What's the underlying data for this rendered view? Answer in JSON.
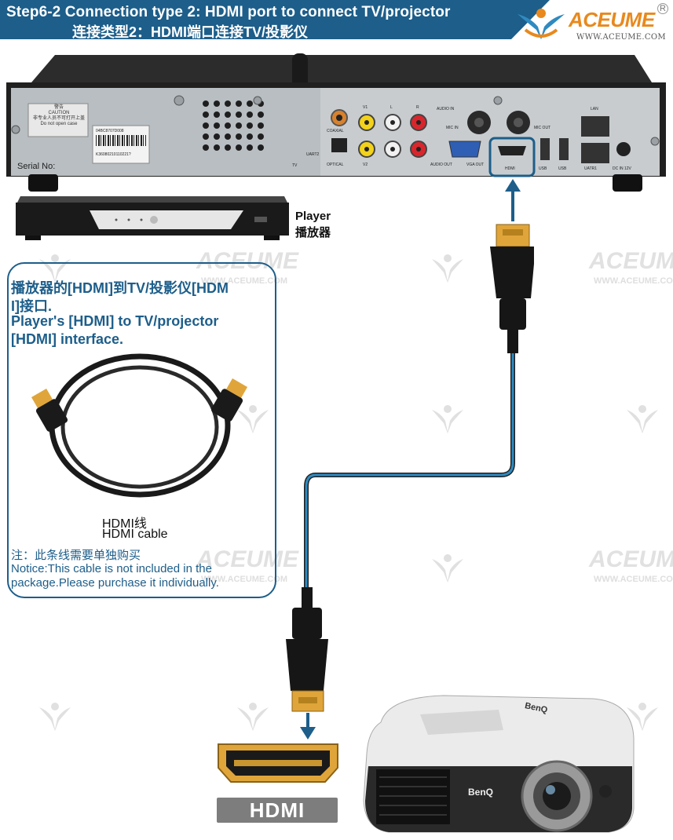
{
  "header": {
    "title": "Step6-2  Connection type 2: HDMI port to connect TV/projector",
    "subtitle": "连接类型2：HDMI端口连接TV/投影仪"
  },
  "logo": {
    "name": "ACEUME",
    "registered": "R",
    "url": "WWW.ACEUME.COM"
  },
  "watermark": {
    "text": "ACEUME",
    "url": "WWW.ACEUME.COM"
  },
  "player": {
    "label_en": "Player",
    "label_zh": "播放器",
    "panel": {
      "caution_zh": "警告",
      "caution_en": "CAUTION",
      "caution_note_zh": "非专业人员不可打开上盖",
      "caution_open": "Do not open case",
      "barcode_top": "04BC8707D008",
      "barcode_bottom": "K36080210110221?",
      "serial": "Serial No:",
      "ports": {
        "coaxial": "COAXIAL",
        "optical": "OPTICAL",
        "uart2": "UART2",
        "tv": "TV",
        "v1": "V1",
        "v2": "V2",
        "l": "L",
        "r": "R",
        "audio_in": "AUDIO IN",
        "mic_in": "MIC IN",
        "mic_out": "MIC OUT",
        "audio_out": "AUDIO OUT",
        "vga_out": "VGA OUT",
        "hdmi": "HDMI",
        "usb1": "USB",
        "usb2": "USB",
        "lan": "LAN",
        "uatr1": "UATR1",
        "dc": "DC IN 12V"
      }
    }
  },
  "note": {
    "line1": "播放器的[HDMI]到TV/投影仪[HDM",
    "line2": "I]接口.",
    "line3": "Player's [HDMI] to TV/projector",
    "line4": "[HDMI] interface.",
    "cable_zh": "HDMI线",
    "cable_en": "HDMI cable",
    "notice_zh": "注：此条线需要单独购买",
    "notice_en1": "Notice:This cable is not included in the",
    "notice_en2": "package.Please purchase it individually."
  },
  "projector": {
    "brand": "BenQ"
  },
  "hdmi_port_label": "HDMI",
  "colors": {
    "accent": "#1d5e8a",
    "logo_orange": "#e8891d",
    "cable_gold": "#e0a53a",
    "cable_black": "#161616"
  }
}
